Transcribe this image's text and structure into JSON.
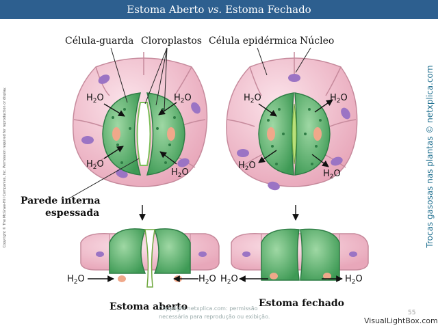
{
  "title": {
    "part1": "Estoma Aberto ",
    "vs": "vs.",
    "part2": " Estoma Fechado"
  },
  "labels": {
    "guard_cell": "Célula-guarda",
    "chloroplasts": "Cloroplastos",
    "epidermal_cell": "Célula epidérmica",
    "nucleus": "Núcleo",
    "inner_wall_1": "Parede interna",
    "inner_wall_2": "espessada",
    "open_stoma": "Estoma aberto",
    "closed_stoma": "Estoma fechado"
  },
  "water": {
    "symbol": "H",
    "subscript": "2",
    "suffix": "O"
  },
  "side_copyright": "Copyright © The McGraw-Hill Companies, Inc. Permission required for reproduction or display.",
  "side_right": "Trocas gasosas nas plantas © netxplica.com",
  "watermark": {
    "line1": "Copyright netxplica.com: permissão",
    "line2": "necessária para reprodução ou exibição."
  },
  "page_number": "55",
  "footer_brand": "VisualLightBox.com",
  "colors": {
    "header": "#2d5f8f",
    "epidermal": "#f2c4d0",
    "guard": "#6fbf7a",
    "nucleus": "#9b74c4",
    "arrow": "#111111"
  }
}
